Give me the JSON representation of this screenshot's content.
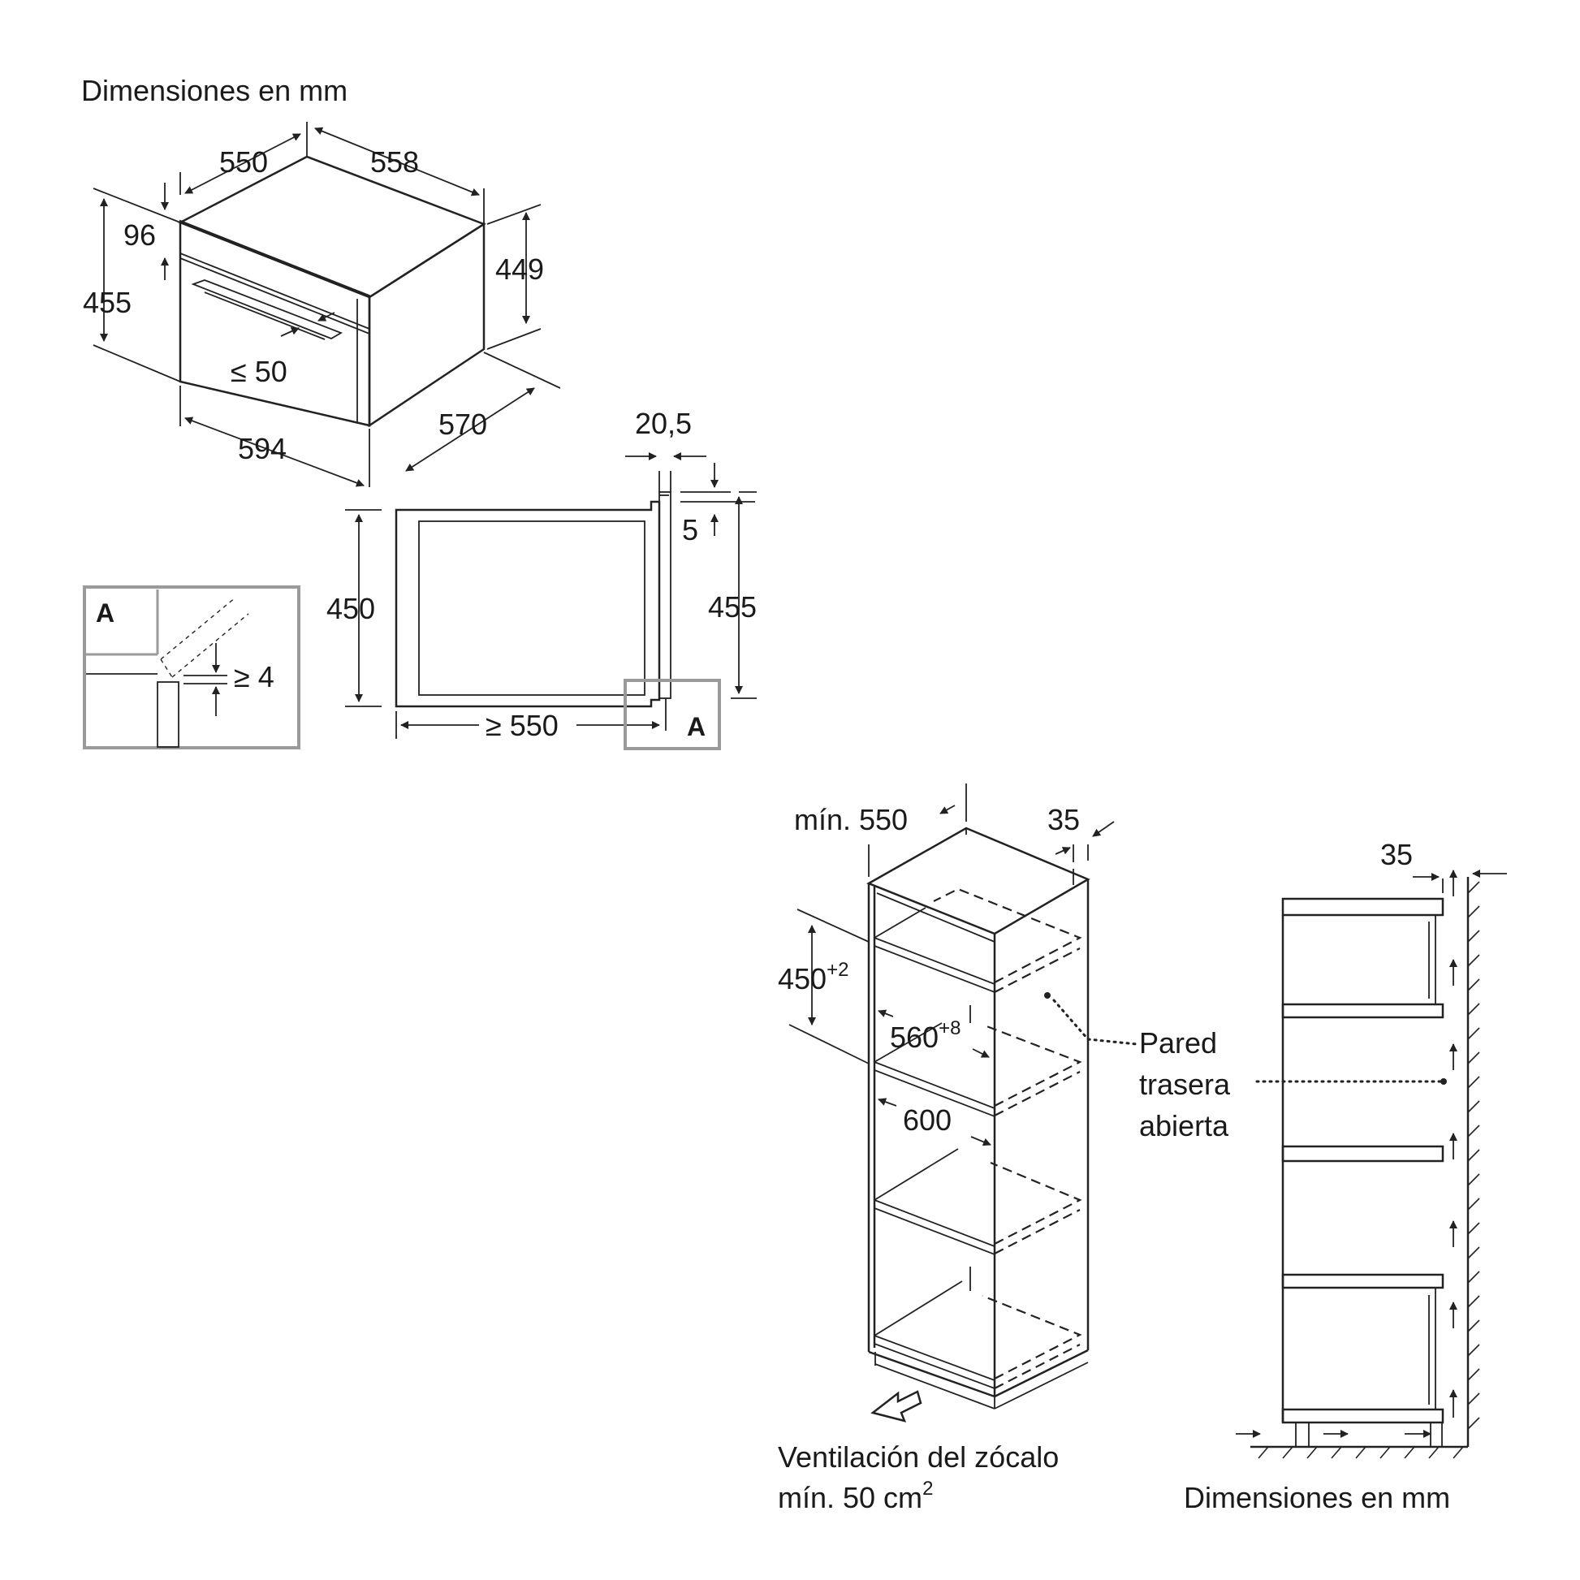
{
  "appliance": {
    "title": "Dimensiones en mm",
    "dims": {
      "depth_550": "550",
      "width_558": "558",
      "panel_96": "96",
      "height_455": "455",
      "height_449": "449",
      "handle_50": "≤ 50",
      "depth_570": "570",
      "width_594": "594"
    }
  },
  "section": {
    "dims": {
      "thick_20_5": "20,5",
      "gap_5": "5",
      "height_455": "455",
      "height_450": "450",
      "depth_550": "≥ 550"
    },
    "label_a": "A"
  },
  "detail": {
    "label_a": "A",
    "gap": "≥ 4"
  },
  "cabinet": {
    "min_depth_label": "mín. 550",
    "rear_35": "35",
    "niche_height": "450",
    "niche_height_tol": "+2",
    "niche_width": "560",
    "niche_width_tol": "+8",
    "cabinet_width": "600",
    "wall_note": [
      "Pared",
      "trasera",
      "abierta"
    ],
    "ventilation": [
      "Ventilación del zócalo",
      "mín. 50 cm"
    ],
    "ventilation_sup": "2"
  },
  "side_view": {
    "gap_35": "35",
    "title": "Dimensiones en mm"
  }
}
